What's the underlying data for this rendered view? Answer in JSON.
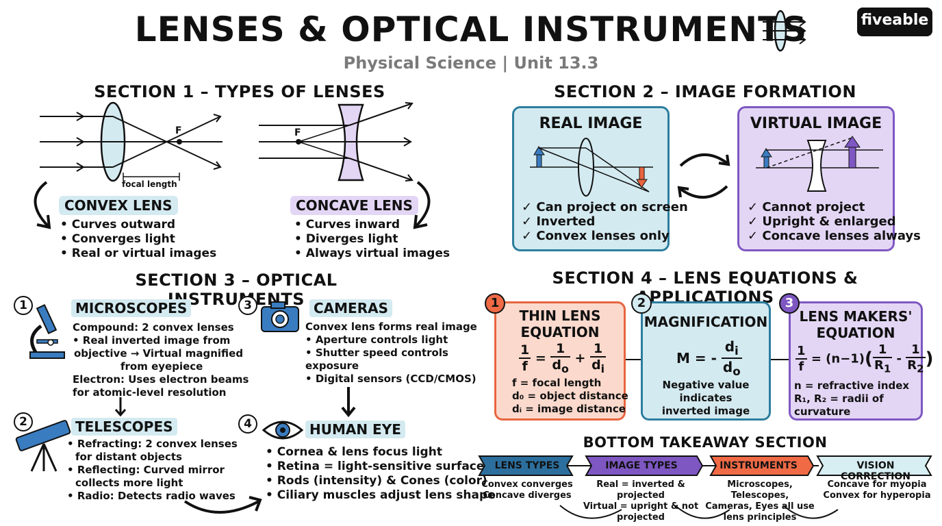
{
  "header": {
    "title": "LENSES & OPTICAL INSTRUMENTS",
    "subtitle": "Physical Science | Unit 13.3",
    "logo": "fiveable"
  },
  "section1": {
    "title": "SECTION 1 – TYPES OF LENSES",
    "focal_label": "F",
    "focal_length_label": "focal length",
    "convex": {
      "name": "CONVEX LENS",
      "bullets": [
        "Curves outward",
        "Converges light",
        "Real or virtual images"
      ]
    },
    "concave": {
      "name": "CONCAVE LENS",
      "bullets": [
        "Curves inward",
        "Diverges light",
        "Always virtual images"
      ]
    }
  },
  "section2": {
    "title": "SECTION 2 – IMAGE FORMATION",
    "real": {
      "title": "REAL IMAGE",
      "checks": [
        "Can project on screen",
        "Inverted",
        "Convex lenses only"
      ]
    },
    "virtual": {
      "title": "VIRTUAL IMAGE",
      "checks": [
        "Cannot project",
        "Upright & enlarged",
        "Concave lenses always"
      ]
    }
  },
  "section3": {
    "title": "SECTION 3 – OPTICAL INSTRUMENTS",
    "microscopes": {
      "num": "1",
      "name": "MICROSCOPES",
      "line1": "Compound: 2 convex lenses",
      "line2": "• Real inverted image from",
      "line3": "objective → Virtual magnified",
      "line4": "from eyepiece",
      "line5": "Electron: Uses electron beams",
      "line6": "for atomic-level resolution"
    },
    "telescopes": {
      "num": "2",
      "name": "TELESCOPES",
      "bullets": [
        "Refracting: 2 convex lenses",
        "for distant objects",
        "Reflecting: Curved mirror",
        "collects more light",
        "Radio: Detects radio waves"
      ]
    },
    "cameras": {
      "num": "3",
      "name": "CAMERAS",
      "line1": "Convex lens forms real image",
      "bullets": [
        "Aperture controls light",
        "Shutter speed controls",
        "exposure",
        "Digital sensors (CCD/CMOS)"
      ]
    },
    "eye": {
      "num": "4",
      "name": "HUMAN EYE",
      "bullets": [
        "Cornea & lens focus light",
        "Retina = light-sensitive surface",
        "Rods (intensity) & Cones (color)",
        "Ciliary muscles adjust lens shape"
      ]
    }
  },
  "section4": {
    "title": "SECTION 4 – LENS EQUATIONS & APPLICATIONS",
    "thin": {
      "num": "1",
      "title1": "THIN LENS",
      "title2": "EQUATION",
      "defs": [
        "f = focal length",
        "d₀ = object distance",
        "dᵢ = image distance"
      ]
    },
    "mag": {
      "num": "2",
      "title": "MAGNIFICATION",
      "note1": "Negative value indicates",
      "note2": "inverted image"
    },
    "makers": {
      "num": "3",
      "title1": "LENS MAKERS'",
      "title2": "EQUATION",
      "defs": [
        "n = refractive index",
        "R₁, R₂ = radii of curvature"
      ]
    }
  },
  "takeaway": {
    "title": "BOTTOM TAKEAWAY SECTION",
    "items": [
      {
        "label": "LENS TYPES",
        "l1": "Convex converges",
        "l2": "Concave diverges",
        "l3": ""
      },
      {
        "label": "IMAGE TYPES",
        "l1": "Real = inverted & projected",
        "l2": "Virtual = upright & not",
        "l3": "projected"
      },
      {
        "label": "INSTRUMENTS",
        "l1": "Microscopes, Telescopes,",
        "l2": "Cameras, Eyes all use",
        "l3": "lens principles"
      },
      {
        "label": "VISION CORRECTION",
        "l1": "Concave for myopia",
        "l2": "Convex for hyperopia",
        "l3": ""
      }
    ]
  },
  "colors": {
    "blue_fill": "#d3eaf0",
    "blue_border": "#2c7d9e",
    "purple_fill": "#e3d6f5",
    "purple_border": "#7e57c2",
    "orange_fill": "#fbd9cc",
    "orange_border": "#e8653f",
    "banner_blue": "#2c6f9e",
    "banner_purple": "#7e57c2",
    "banner_orange": "#ef6a45",
    "banner_light": "#d7eef2"
  }
}
